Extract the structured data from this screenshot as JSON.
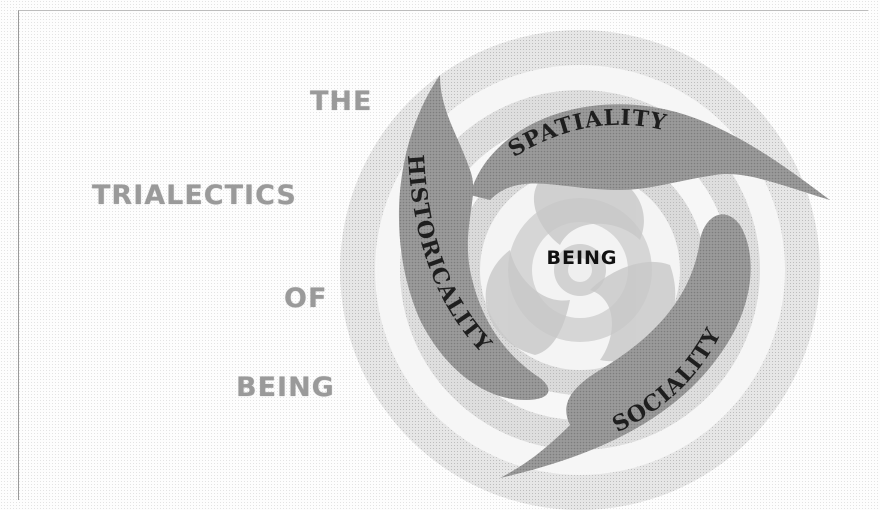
{
  "title": {
    "line1": "THE",
    "line2": "TRIALECTICS",
    "line3": "OF",
    "line4": "BEING"
  },
  "diagram": {
    "center": "BEING",
    "arms": {
      "spatiality": "SPATIALITY",
      "historicality": "HISTORICALITY",
      "sociality": "SOCIALITY"
    }
  },
  "colors": {
    "ring_light": "#e4e4e4",
    "ring_mid": "#cfcfcf",
    "arm_fill": "#9c9c9c",
    "title_text": "#9a9a9a",
    "label_text": "#1e1e1e"
  }
}
